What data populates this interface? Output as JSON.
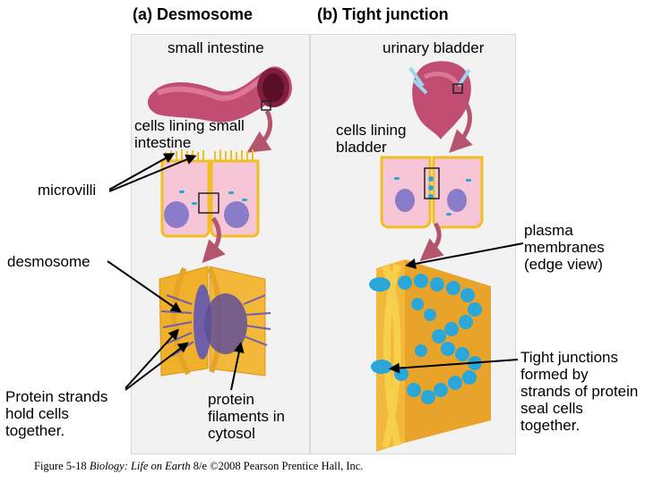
{
  "panel_a": {
    "title": "(a) Desmosome",
    "organ_label": "small intestine",
    "cells_label": "cells lining small intestine",
    "microvilli_label": "microvilli",
    "desmosome_label": "desmosome",
    "strands_label": "Protein strands hold cells together.",
    "filaments_label": "protein filaments in cytosol"
  },
  "panel_b": {
    "title": "(b) Tight junction",
    "organ_label": "urinary bladder",
    "cells_label": "cells lining bladder",
    "membranes_label": "plasma membranes (edge view)",
    "tight_label": "Tight junctions formed by strands of protein seal cells together."
  },
  "caption": {
    "prefix": "Figure 5-18",
    "book": "Biology: Life on Earth",
    "suffix": "8/e ©2008 Pearson Prentice Hall, Inc."
  },
  "colors": {
    "organ": "#c24d73",
    "cell": "#f6c6d6",
    "nucleus": "#8a7cc8",
    "membrane": "#f1bd22",
    "protein": "#2aa6d8",
    "arrow": "#b5546d"
  }
}
